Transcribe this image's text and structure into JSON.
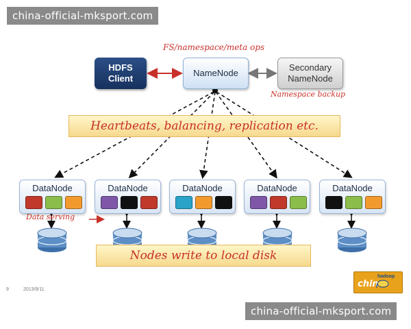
{
  "watermark": {
    "top": "china-official-mksport.com",
    "bottom": "china-official-mksport.com"
  },
  "hdfs_client": {
    "line1": "HDFS",
    "line2": "Client",
    "color": "#1f3f73"
  },
  "namenode": {
    "label": "NameNode"
  },
  "secondary_namenode": {
    "line1": "Secondary",
    "line2": "NameNode"
  },
  "annotations": {
    "fs_ops": "FS/namespace/meta ops",
    "namespace_backup": "Namespace backup",
    "data_serving": "Data serving"
  },
  "banners": {
    "heartbeats": "Heartbeats, balancing, replication etc.",
    "local_disk": "Nodes write to local disk"
  },
  "datanodes": [
    {
      "label": "DataNode",
      "blocks": [
        "#c0392b",
        "#8bbd4a",
        "#f39a2e"
      ]
    },
    {
      "label": "DataNode",
      "blocks": [
        "#7e57a8",
        "#111111",
        "#c0392b"
      ]
    },
    {
      "label": "DataNode",
      "blocks": [
        "#2aa3c9",
        "#f39a2e",
        "#111111"
      ]
    },
    {
      "label": "DataNode",
      "blocks": [
        "#7e57a8",
        "#c0392b",
        "#8bbd4a"
      ]
    },
    {
      "label": "DataNode",
      "blocks": [
        "#111111",
        "#8bbd4a",
        "#f39a2e"
      ]
    }
  ],
  "footer": {
    "page": "9",
    "date": "2013/9/11"
  },
  "logo": {
    "text": "china",
    "sub": "hadoop"
  },
  "colors": {
    "accent_red": "#c8302a",
    "banner_border": "#e8b65a"
  }
}
